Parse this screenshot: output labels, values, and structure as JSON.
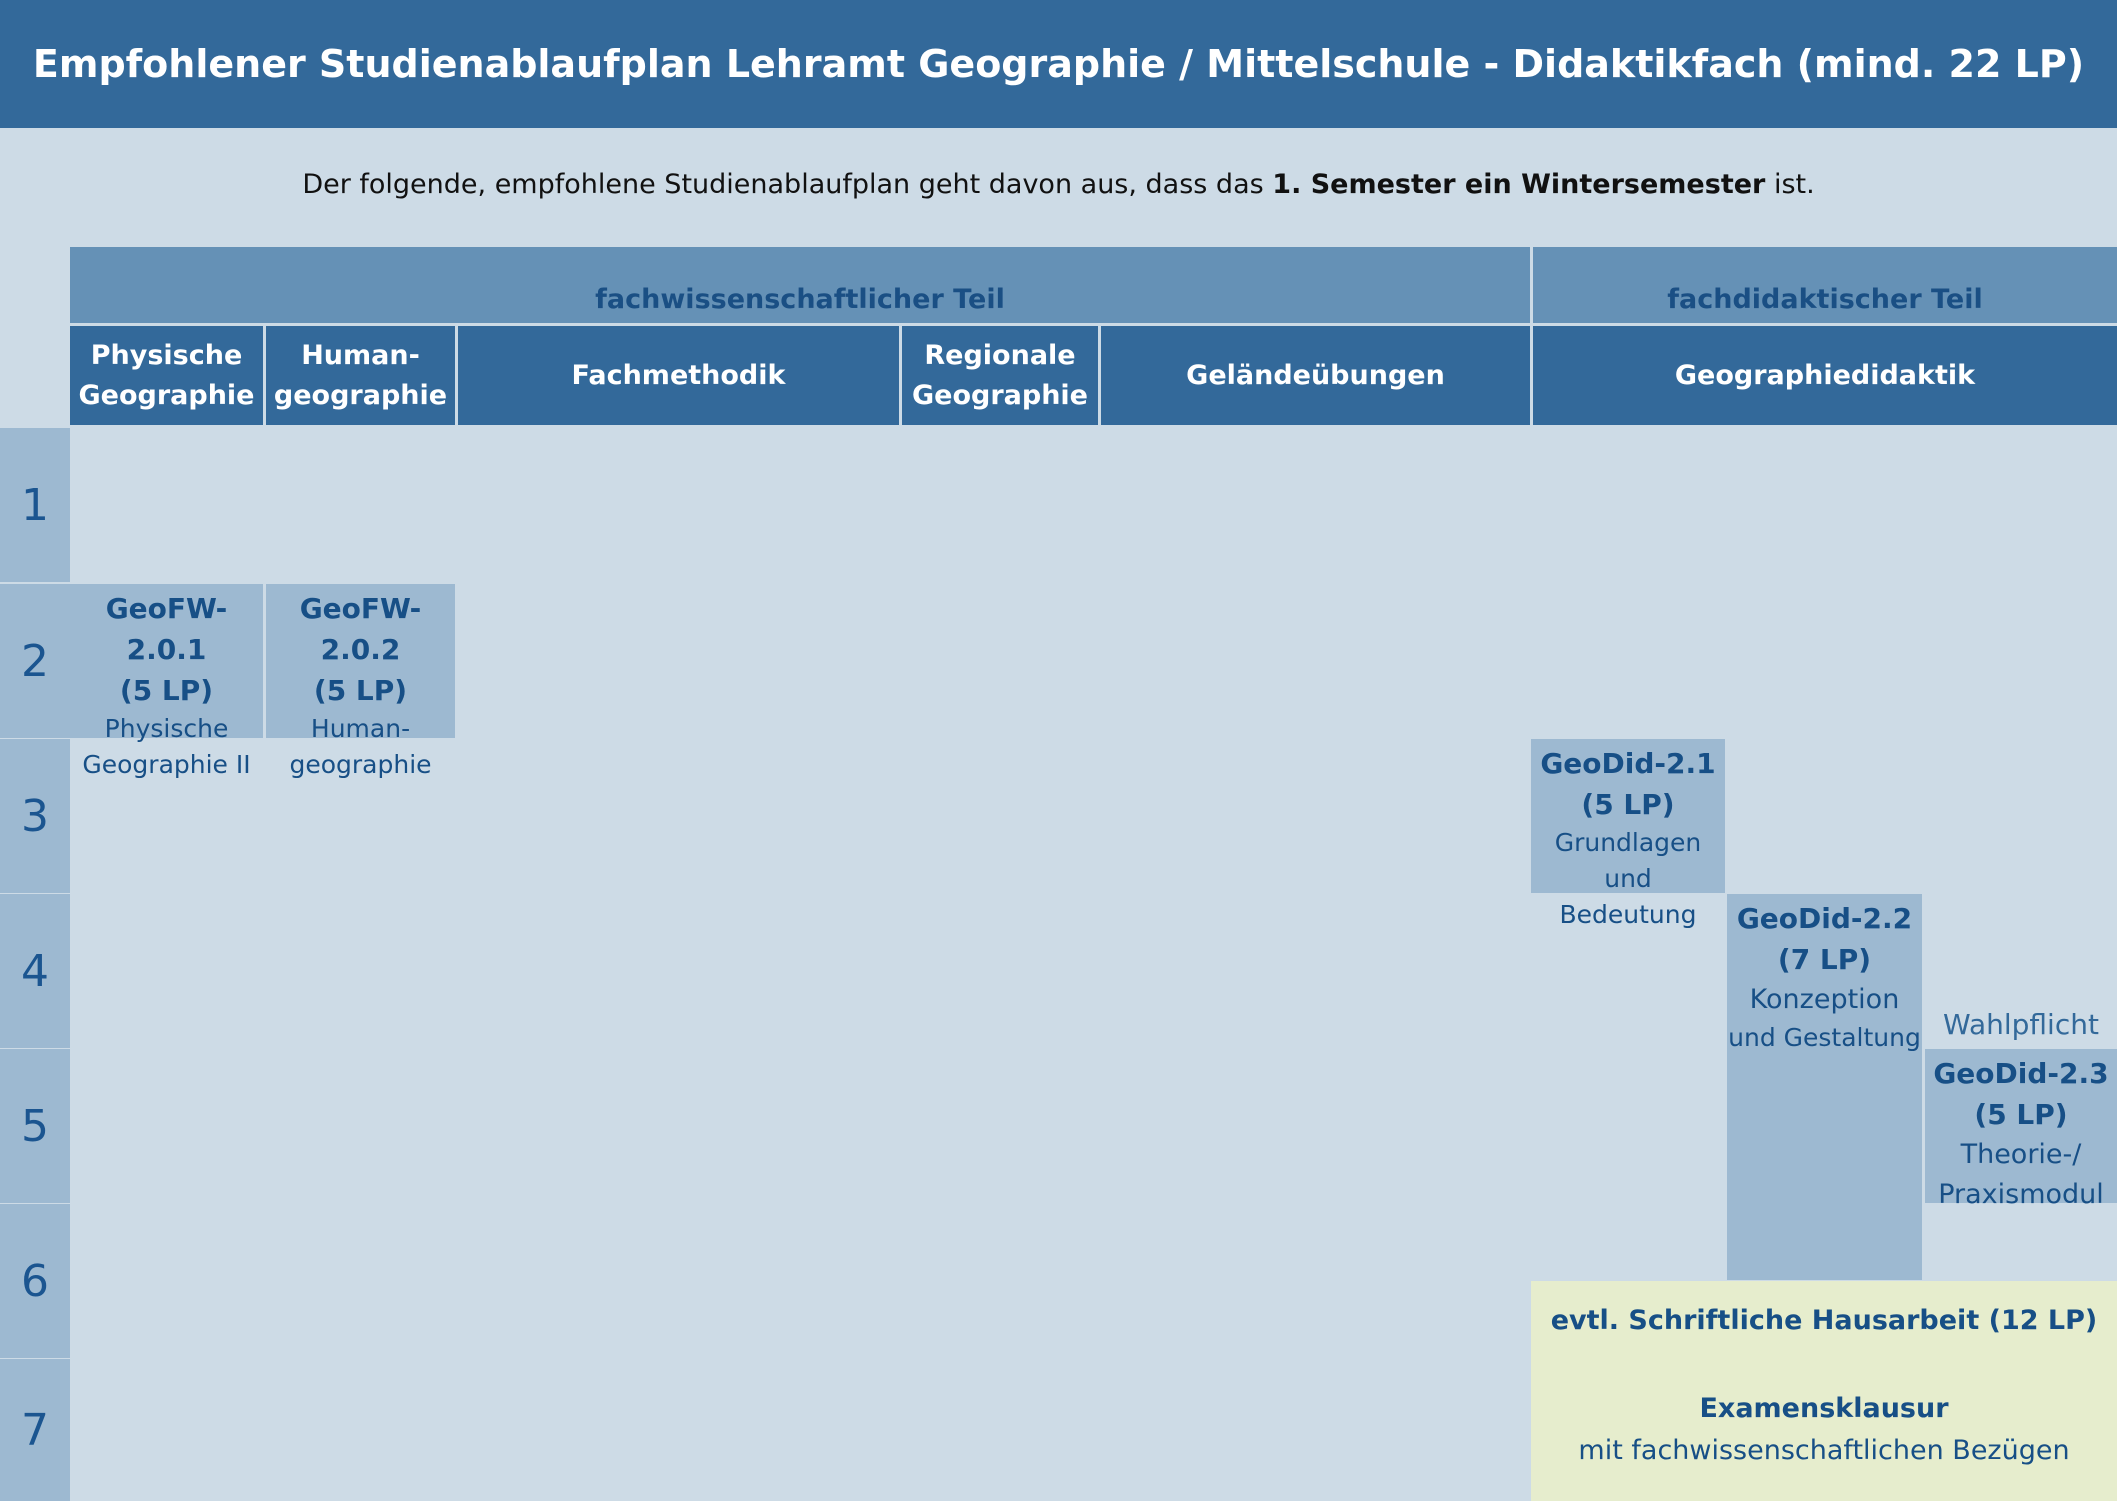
{
  "title": "Empfohlener Studienablaufplan Lehramt Geographie / Mittelschule - Didaktikfach (mind. 22 LP)",
  "intro": {
    "before": "Der folgende, empfohlene Studienablaufplan geht davon aus, dass das ",
    "bold": "1. Semester ein Wintersemester",
    "after": " ist."
  },
  "parts": {
    "fachwissenschaft": "fachwissenschaftlicher Teil",
    "fachdidaktik": "fachdidaktischer Teil"
  },
  "columns": {
    "physische_1": "Physische",
    "physische_2": "Geographie",
    "human_1": "Human-",
    "human_2": "geographie",
    "fachmethodik": "Fachmethodik",
    "regionale_1": "Regionale",
    "regionale_2": "Geographie",
    "gelaende": "Geländeübungen",
    "didaktik": "Geographiedidaktik"
  },
  "semesters": [
    "1",
    "2",
    "3",
    "4",
    "5",
    "6",
    "7"
  ],
  "modules": {
    "geofw201": {
      "code": "GeoFW-2.0.1",
      "lp": "(5 LP)",
      "name1": "Physische",
      "name2": "Geographie II"
    },
    "geofw202": {
      "code": "GeoFW-2.0.2",
      "lp": "(5 LP)",
      "name1": "Human-",
      "name2": "geographie"
    },
    "geodid21": {
      "code": "GeoDid-2.1",
      "lp": "(5 LP)",
      "name1": "Grundlagen und",
      "name2": "Bedeutung"
    },
    "geodid22": {
      "code": "GeoDid-2.2",
      "lp": "(7 LP)",
      "name1": "Konzeption",
      "name2": "und Gestaltung"
    },
    "geodid23": {
      "code": "GeoDid-2.3",
      "lp": "(5 LP)",
      "name1": "Theorie-/",
      "name2": "Praxismodul"
    }
  },
  "wahlpflicht": "Wahlpflicht",
  "hausarbeit": "evtl. Schriftliche Hausarbeit (12 LP)",
  "examen": {
    "title": "Examensklausur",
    "subtitle": "mit fachwissenschaftlichen Bezügen"
  }
}
